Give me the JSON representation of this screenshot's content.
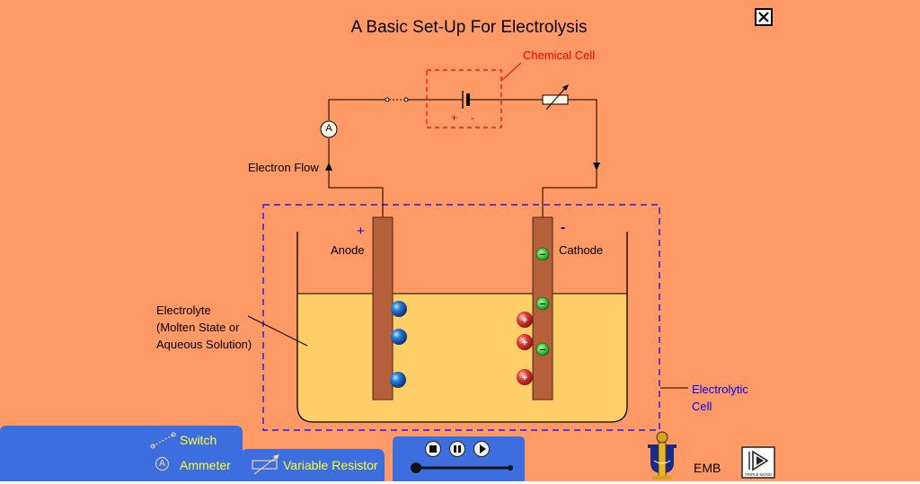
{
  "title": "A Basic Set-Up For Electrolysis",
  "colors": {
    "background": "#ff9a66",
    "electrolyte": "#ffce66",
    "electrode": "#b5603a",
    "toolbar": "#3c6ee0",
    "chemical_cell_border": "#ff0000",
    "electrolytic_cell_border": "#0000ee"
  },
  "labels": {
    "chemical_cell": "Chemical Cell",
    "cell_plus": "+",
    "cell_minus": "-",
    "ammeter_symbol": "A",
    "electron_flow": "Electron Flow",
    "anode_sign": "+",
    "cathode_sign": "-",
    "anode": "Anode",
    "cathode": "Cathode",
    "electrolyte_line1": "Electrolyte",
    "electrolyte_line2": "(Molten State or",
    "electrolyte_line3": "Aqueous Solution)",
    "electrolytic_cell_line1": "Electrolytic",
    "electrolytic_cell_line2": "Cell",
    "positive_ion_symbol": "+",
    "negative_ion_symbol": "−"
  },
  "legend": {
    "switch": "Switch",
    "ammeter_symbol": "A",
    "ammeter": "Ammeter",
    "variable_resistor": "Variable Resistor"
  },
  "player": {
    "stop": "stop",
    "pause": "pause",
    "play": "play",
    "progress": 0.0
  },
  "brand": {
    "emb": "EMB",
    "triple_bond_logo_text": "TRIPLE-BOND"
  },
  "icons": [
    "close-icon",
    "switch-icon",
    "ammeter-icon",
    "variable-resistor-icon",
    "stop-icon",
    "pause-icon",
    "play-icon"
  ]
}
